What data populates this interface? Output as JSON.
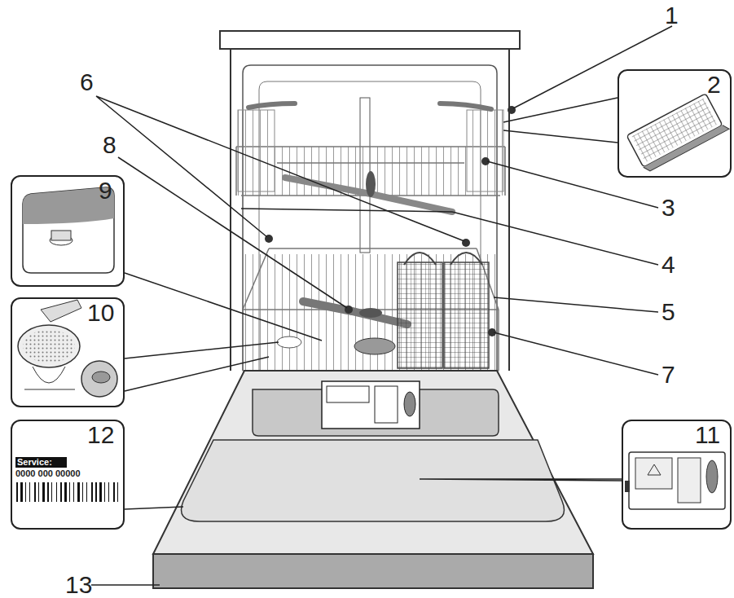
{
  "diagram": {
    "nodes": [
      {
        "text": [
          "2"
        ]
      },
      {
        "text": [
          "9"
        ]
      },
      {
        "text": [
          "10"
        ]
      },
      {
        "text": [
          "12",
          "Service:",
          "0000 000 00000"
        ]
      },
      {
        "text": [
          "11"
        ]
      }
    ],
    "labels": [
      "1",
      "6",
      "8",
      "3",
      "4",
      "5",
      "7",
      "13"
    ]
  }
}
